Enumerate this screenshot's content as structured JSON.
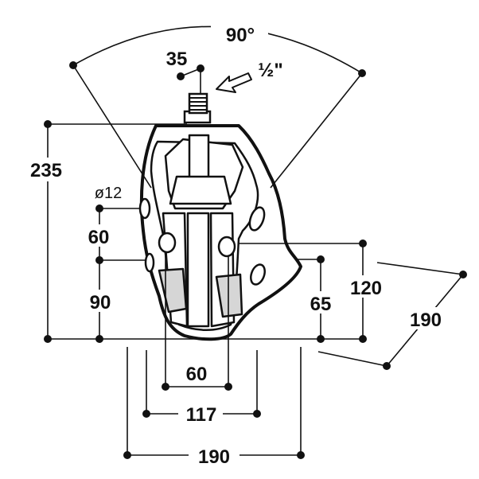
{
  "dimensions": {
    "angle": "90°",
    "inlet_spacing": "35",
    "thread": "½\"",
    "overall_height": "235",
    "hole_diameter": "ø12",
    "hole_pitch": "60",
    "lower_hole_height": "90",
    "outlet_height": "65",
    "outlet_top": "120",
    "projection": "190",
    "outlet_centres": "60",
    "outlet_span": "117",
    "overall_width": "190"
  }
}
